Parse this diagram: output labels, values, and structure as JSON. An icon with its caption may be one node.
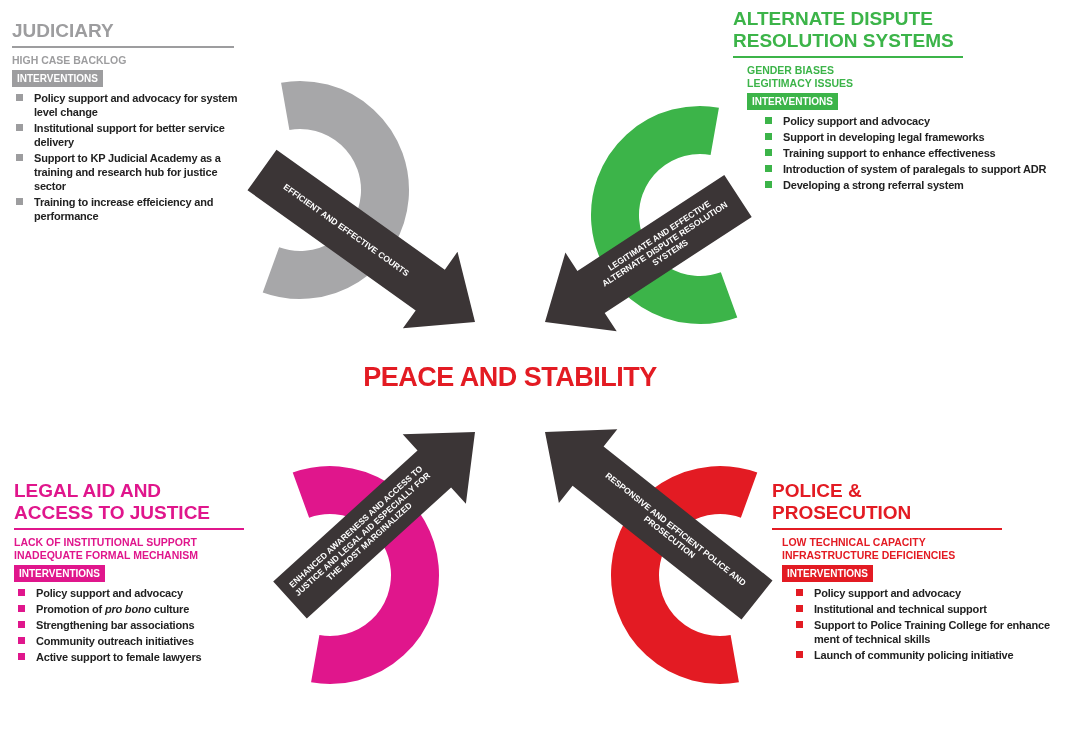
{
  "diagram": {
    "nodes": [
      {
        "text": [
          "JUDICIARY",
          "HIGH CASE BACKLOG",
          "Policy support and advocacy for system level change",
          "Institutional support for better service delivery",
          "Support to KP Judicial Academy as a training and research hub for justice sector",
          "Training to increase effeiciency and performance"
        ]
      },
      {
        "text": [
          "INTERVENTIONS"
        ],
        "in": 0
      },
      {
        "text": [],
        "shape": "ring"
      },
      {
        "text": [
          "ALTERNATE DISPUTE RESOLUTION SYSTEMS",
          "GENDER BIASES",
          "LEGITIMACY ISSUES",
          "Policy support and advocacy",
          "Support in developing legal frameworks",
          "Training support to enhance effectiveness",
          "Introduction of system of paralegals to support ADR",
          "Developing a strong referral system"
        ]
      },
      {
        "text": [
          "INTERVENTIONS"
        ],
        "in": 3
      },
      {
        "text": [],
        "shape": "ring"
      },
      {
        "text": [
          "PEACE AND STABILITY"
        ]
      },
      {
        "text": [],
        "shape": "ring"
      },
      {
        "text": [
          "LEGAL AID AND ACCESS TO JUSTICE",
          "LACK OF INSTITUTIONAL SUPPORT",
          "INADEQUATE FORMAL MECHANISM",
          "Policy support and advocacy",
          "Promotion of *pro bono* culture",
          "Strengthening bar associations",
          "Community outreach initiatives",
          "Active support to female lawyers"
        ]
      },
      {
        "text": [
          "INTERVENTIONS"
        ],
        "in": 8
      },
      {
        "text": [],
        "shape": "ring"
      },
      {
        "text": [
          "POLICE & PROSECUTION",
          "LOW TECHNICAL CAPACITY",
          "INFRASTRUCTURE DEFICIENCIES",
          "Policy support and advocacy",
          "Institutional and technical support",
          "Support to Police Training College for enhance ment of technical skills",
          "Launch of community policing initiative"
        ]
      },
      {
        "text": [
          "INTERVENTIONS"
        ],
        "in": 11
      }
    ],
    "edges": [
      {
        "from": 2,
        "to": 6,
        "arrow": "to",
        "label": "EFFICIENT AND EFFECTIVE COURTS"
      },
      {
        "from": 5,
        "to": 6,
        "arrow": "to",
        "label": "LEGITIMATE AND EFFECTIVE ALTERNATE DISPUTE RESOLUTION SYSTEMS"
      },
      {
        "from": 7,
        "to": 6,
        "arrow": "to",
        "label": "ENHANCED AWARENESS AND ACCESS TO JUSTICE AND LEGAL AID ESPECIALLY FOR THE MOST MARGINALIZED"
      },
      {
        "from": 10,
        "to": 6,
        "arrow": "to",
        "label": "RESPONSIVE AND EFFICIENT POLICE AND PROSECUTION"
      }
    ]
  }
}
